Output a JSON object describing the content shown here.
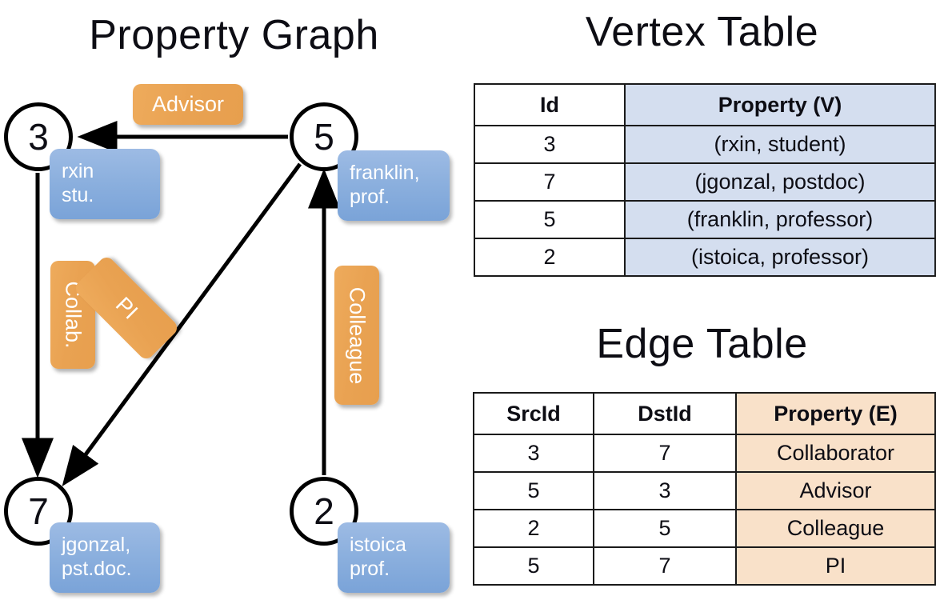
{
  "panels": {
    "graph_title": "Property Graph",
    "vertex_title": "Vertex Table",
    "edge_title": "Edge Table"
  },
  "graph": {
    "nodes": [
      {
        "id": "3",
        "name": "node-3",
        "property_line1": "rxin",
        "property_line2": "stu."
      },
      {
        "id": "5",
        "name": "node-5",
        "property_line1": "franklin,",
        "property_line2": "prof."
      },
      {
        "id": "7",
        "name": "node-7",
        "property_line1": "jgonzal,",
        "property_line2": "pst.doc."
      },
      {
        "id": "2",
        "name": "node-2",
        "property_line1": "istoica",
        "property_line2": "prof."
      }
    ],
    "edge_labels": {
      "advisor": "Advisor",
      "collab": "Collab.",
      "pi": "PI",
      "colleague": "Colleague"
    },
    "edges": [
      {
        "from": "5",
        "to": "3",
        "label": "Advisor"
      },
      {
        "from": "3",
        "to": "7",
        "label": "Collab."
      },
      {
        "from": "5",
        "to": "7",
        "label": "PI"
      },
      {
        "from": "2",
        "to": "5",
        "label": "Colleague"
      }
    ]
  },
  "vertex_table": {
    "headers": [
      "Id",
      "Property (V)"
    ],
    "rows": [
      {
        "id": "3",
        "property": "(rxin, student)"
      },
      {
        "id": "7",
        "property": "(jgonzal, postdoc)"
      },
      {
        "id": "5",
        "property": "(franklin, professor)"
      },
      {
        "id": "2",
        "property": "(istoica, professor)"
      }
    ]
  },
  "edge_table": {
    "headers": [
      "SrcId",
      "DstId",
      "Property (E)"
    ],
    "rows": [
      {
        "src": "3",
        "dst": "7",
        "property": "Collaborator"
      },
      {
        "src": "5",
        "dst": "3",
        "property": "Advisor"
      },
      {
        "src": "2",
        "dst": "5",
        "property": "Colleague"
      },
      {
        "src": "5",
        "dst": "7",
        "property": "PI"
      }
    ]
  },
  "colors": {
    "vertex_property_cell": "#d4deef",
    "edge_property_cell": "#f9e1c9",
    "node_box_blue": "#8cb0de",
    "edge_label_orange": "#e9a252",
    "stroke": "#000000"
  }
}
